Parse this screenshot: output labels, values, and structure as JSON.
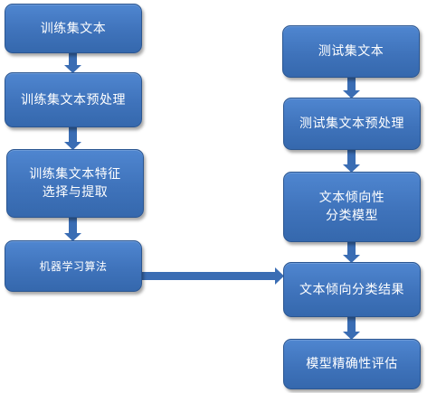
{
  "colors": {
    "node_fill": "#4a7fc7",
    "node_border": "#2b5691",
    "node_text": "#ffffff",
    "arrow": "#3a6db4",
    "background": "#ffffff"
  },
  "flowchart": {
    "left_column": [
      {
        "label": "训练集文本"
      },
      {
        "label": "训练集文本预处理"
      },
      {
        "label": "训练集文本特征\n选择与提取"
      },
      {
        "label": "机器学习算法"
      }
    ],
    "right_column": [
      {
        "label": "测试集文本"
      },
      {
        "label": "测试集文本预处理"
      },
      {
        "label": "文本倾向性\n分类模型"
      },
      {
        "label": "文本倾向分类结果"
      },
      {
        "label": "模型精确性评估"
      }
    ]
  }
}
